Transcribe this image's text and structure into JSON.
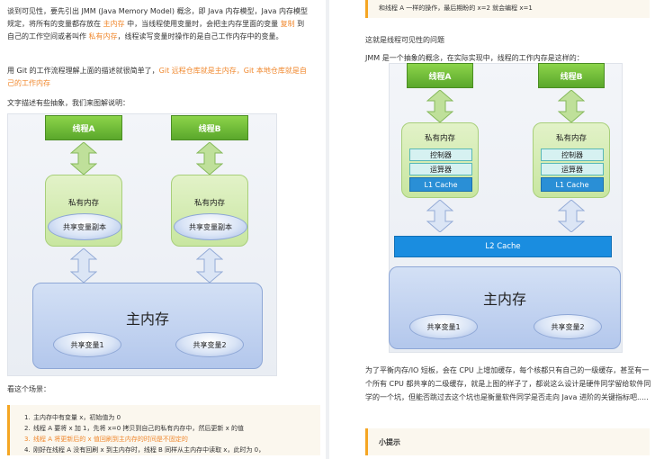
{
  "left": {
    "intro": {
      "s1": "谈到可见性，要先引出 JMM (Java Memory Model) 概念，即 Java 内存模型，Java 内存模型规定，将所有的变量都存放在 ",
      "h1": "主内存",
      "s2": " 中，当线程使用变量时，会把主内存里面的变量 ",
      "h2": "复制",
      "s3": " 到自己的工作空间或者叫作 ",
      "h3": "私有内存",
      "s4": "，线程读写变量时操作的是自己工作内存中的变量。"
    },
    "git_para": {
      "s1": "用 Git 的工作流程理解上面的描述就很简单了，",
      "h1": "Git 远程仓库就是主内存，Git 本地仓库就是自己的工作内存"
    },
    "diagram_intro": "文字描述有些抽象，我们来图解说明：",
    "diagram": {
      "thread_a": "线程A",
      "thread_b": "线程B",
      "private_mem": "私有内存",
      "copy_a": "共享变量副本",
      "copy_b": "共享变量副本",
      "main_mem": "主内存",
      "shared_1": "共享变量1",
      "shared_2": "共享变量2"
    },
    "scene_label": "看这个场景：",
    "steps": [
      {
        "num": "1.",
        "text": "主内存中有变量 x，初始值为 0",
        "hl": false
      },
      {
        "num": "2.",
        "text": "线程 A 要将 x 加 1，先将 x=0 拷贝到自己的私有内存中，然后更新 x 的值",
        "hl": false
      },
      {
        "num": "3.",
        "text": "线程 A 将更新后的 x 值回刷到主内存的时间是不固定的",
        "hl": true
      },
      {
        "num": "4.",
        "text": "刚好在线程 A 没有回刷 x 到主内存时，线程 B 同样从主内存中读取 x，此时为 0，",
        "hl": false
      }
    ]
  },
  "right": {
    "top_quote": "和线程 A 一样的操作，最后期盼的 x=2 就会编程 x=1",
    "problem": "这就是线程可见性的问题",
    "jmm_para": "JMM 是一个抽象的概念，在实际实现中，线程的工作内存是这样的：",
    "diagram": {
      "thread_a": "线程A",
      "thread_b": "线程B",
      "private_mem": "私有内存",
      "controller": "控制器",
      "alu": "运算器",
      "l1": "L1 Cache",
      "l2": "L2 Cache",
      "main_mem": "主内存",
      "shared_1": "共享变量1",
      "shared_2": "共享变量2"
    },
    "explain": "为了平衡内存/IO 短板，会在 CPU 上增加缓存，每个核都只有自己的一级缓存，甚至有一个所有 CPU 都共享的二级缓存，就是上图的样子了，都说这么设计是硬件同学留给软件同学的一个坑，但能否跳过去这个坑也是衡量软件同学是否走向 Java 进阶的关键指标吧.....",
    "tip": "小提示"
  }
}
